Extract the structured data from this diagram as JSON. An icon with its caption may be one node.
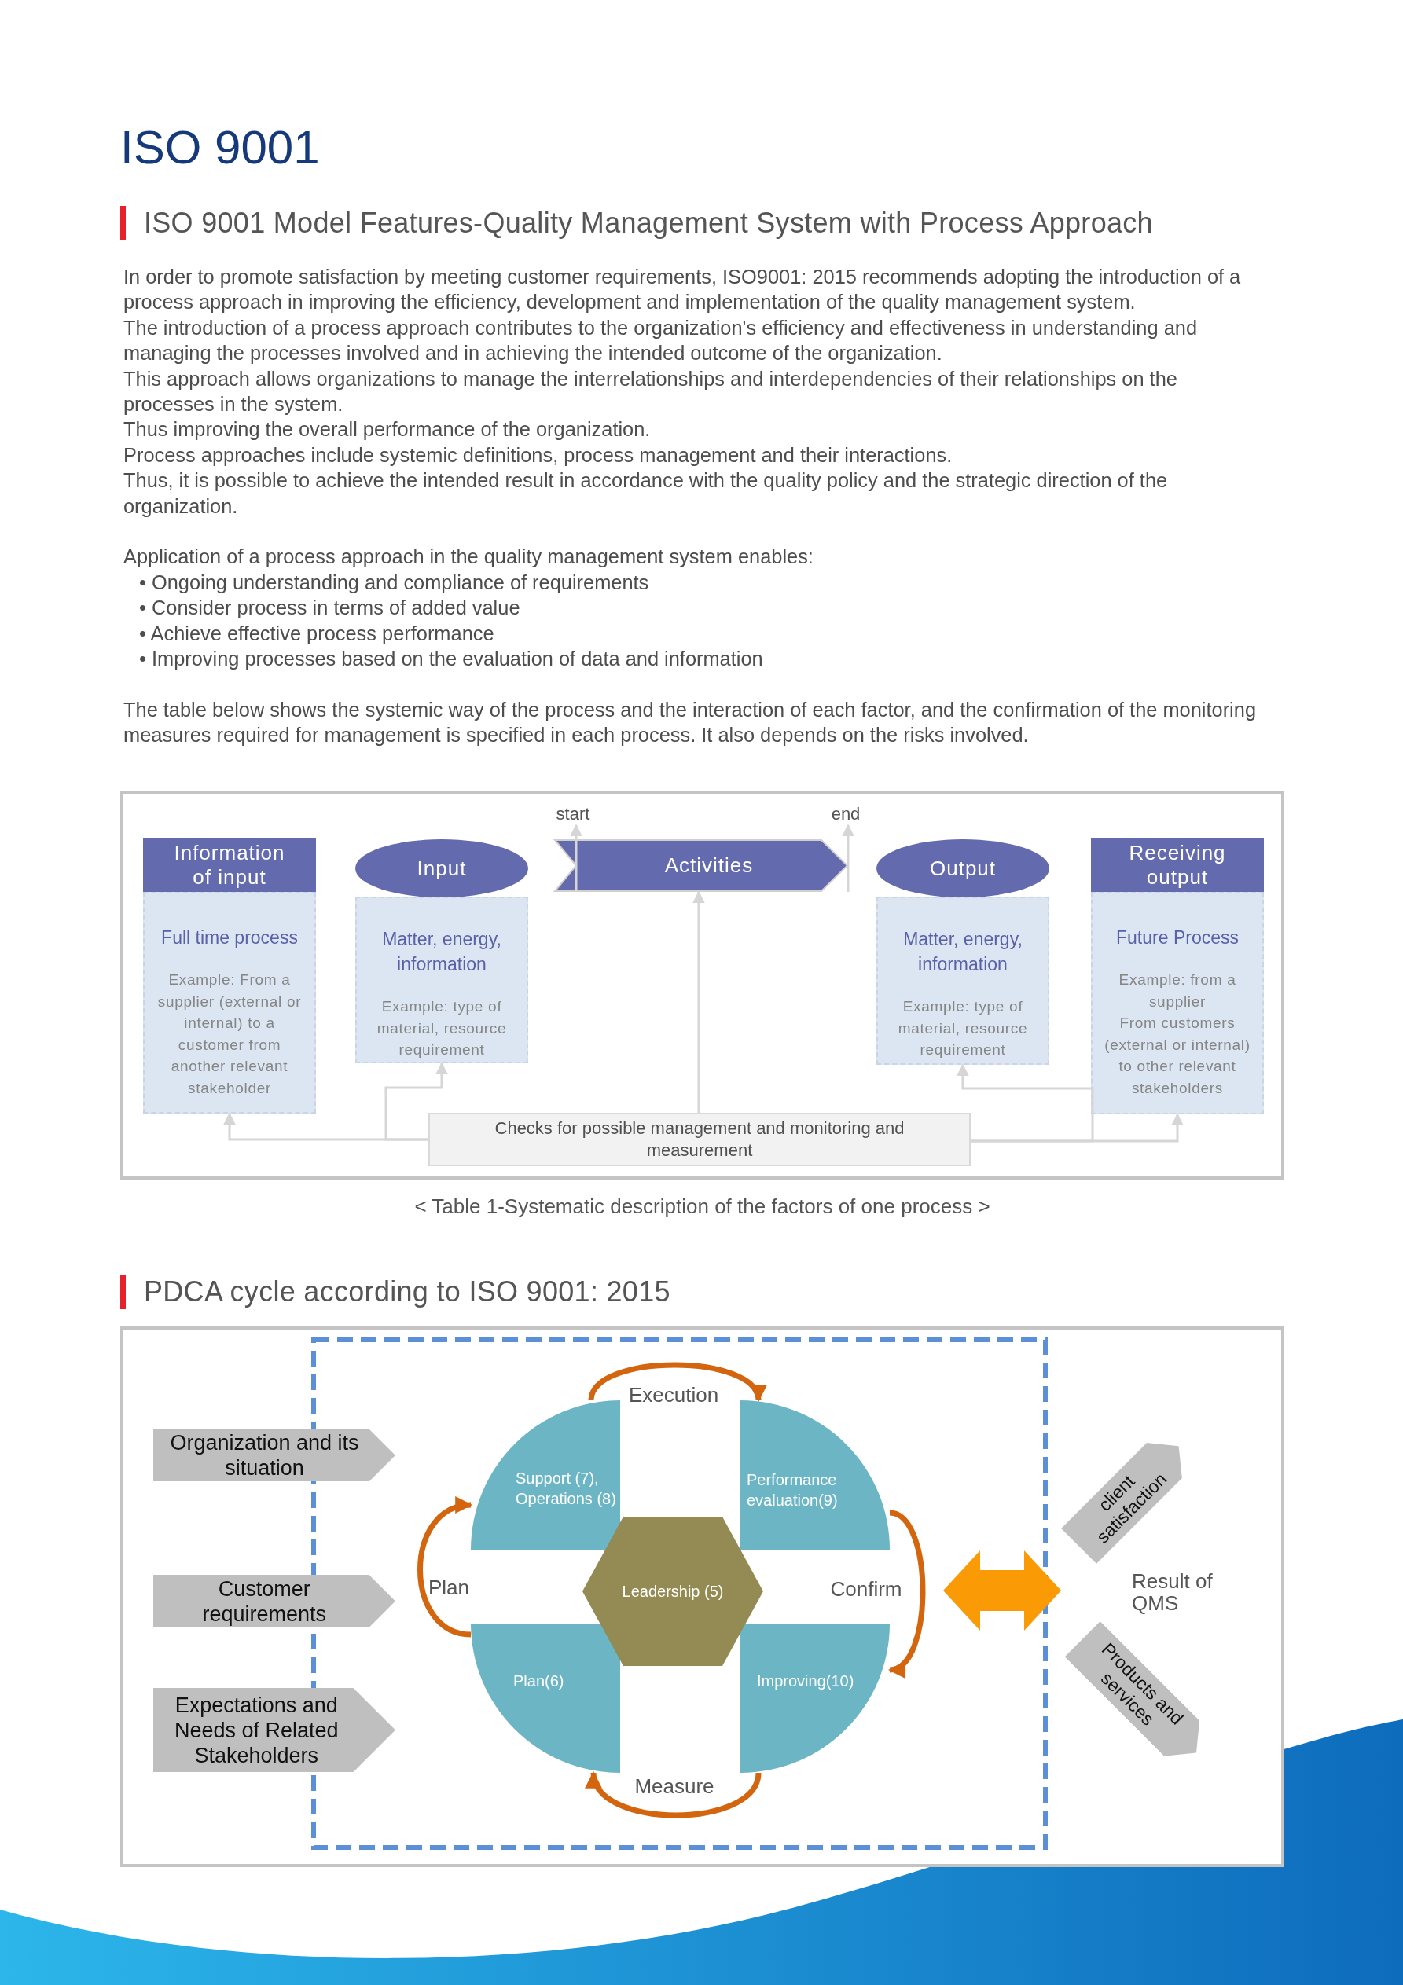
{
  "diagram": {
    "title": "ISO 9001",
    "nodes": [
      {
        "text": [
          "Information of input"
        ]
      },
      {
        "text": [
          "Full time process",
          "Example: From a supplier (external or internal) to a customer from another relevant stakeholder"
        ]
      },
      {
        "text": [
          "Input"
        ]
      },
      {
        "text": [
          "Matter, energy, information",
          "Example: type of material, resource requirement"
        ]
      },
      {
        "text": [
          "Activities"
        ]
      },
      {
        "text": [
          "Output"
        ]
      },
      {
        "text": [
          "Matter, energy, information",
          "Example: type of material, resource requirement"
        ]
      },
      {
        "text": [
          "Receiving output"
        ]
      },
      {
        "text": [
          "Future Process",
          "Example: from a supplier",
          "From customers (external or internal) to other relevant stakeholders"
        ]
      },
      {
        "text": [
          "start"
        ]
      },
      {
        "text": [
          "end"
        ]
      },
      {
        "text": [
          "Checks for possible management and monitoring and measurement"
        ]
      },
      {
        "text": [
          "Organization and its situation"
        ]
      },
      {
        "text": [
          "Customer requirements"
        ]
      },
      {
        "text": [
          "Expectations and Needs of Related Stakeholders"
        ]
      },
      {
        "text": [
          "Support (7), Operations (8)"
        ]
      },
      {
        "text": [
          "Performance evaluation(9)"
        ]
      },
      {
        "text": [
          "Leadership (5)"
        ]
      },
      {
        "text": [
          "Plan(6)"
        ]
      },
      {
        "text": [
          "Improving(10)"
        ]
      },
      {
        "text": [],
        "shape": "arrow"
      },
      {
        "text": [
          "client satisfaction"
        ]
      },
      {
        "text": [
          "Products and services"
        ]
      }
    ],
    "edges": [
      {
        "from": 11,
        "to": 1,
        "arrow": "to"
      },
      {
        "from": 11,
        "to": 3,
        "arrow": "to"
      },
      {
        "from": 11,
        "to": 4,
        "arrow": "to"
      },
      {
        "from": 11,
        "to": 6,
        "arrow": "to"
      },
      {
        "from": 11,
        "to": 8,
        "arrow": "to"
      },
      {
        "from": 4,
        "to": 9,
        "arrow": "to"
      },
      {
        "from": 4,
        "to": 10,
        "arrow": "to"
      },
      {
        "from": 15,
        "to": 16,
        "arrow": "to",
        "label": "Execution",
        "style": "thick",
        "color": "#d4650f"
      },
      {
        "from": 16,
        "to": 19,
        "arrow": "to",
        "label": "Confirm",
        "style": "thick",
        "color": "#d4650f"
      },
      {
        "from": 19,
        "to": 18,
        "arrow": "to",
        "label": "Measure",
        "style": "thick",
        "color": "#d4650f"
      },
      {
        "from": 18,
        "to": 15,
        "arrow": "to",
        "label": "Plan",
        "style": "thick",
        "color": "#d4650f"
      }
    ],
    "labels": [
      "ISO 9001 Model Features-Quality Management System with Process Approach",
      "In order to promote satisfaction by meeting customer requirements, ISO9001: 2015 recommends adopting the introduction of a process approach in improving the efficiency, development and implementation of the quality management system.",
      "The introduction of a process approach contributes to the organization's efficiency and effectiveness in understanding and managing the processes involved and in achieving the intended outcome of the organization.",
      "This approach allows organizations to manage the interrelationships and interdependencies of their relationships on the processes in the system.",
      "Thus improving the overall performance of the organization.",
      "Process approaches include systemic definitions, process management and their interactions.",
      "Thus, it is possible to achieve the intended result in accordance with the quality policy and the strategic direction of the organization.",
      "Application of a process approach in the quality management system enables:",
      "• Ongoing understanding and compliance of requirements",
      "• Consider process in terms of added value",
      "• Achieve effective process performance",
      "• Improving processes based on the evaluation of data and information",
      "The table below shows the systemic way of the process and the interaction of each factor, and the confirmation of the monitoring measures required for management is specified in each process. It also depends on the risks involved.",
      "< Table 1-Systematic description of the factors of one process >",
      "PDCA cycle according to ISO 9001: 2015",
      "Result of QMS"
    ]
  }
}
